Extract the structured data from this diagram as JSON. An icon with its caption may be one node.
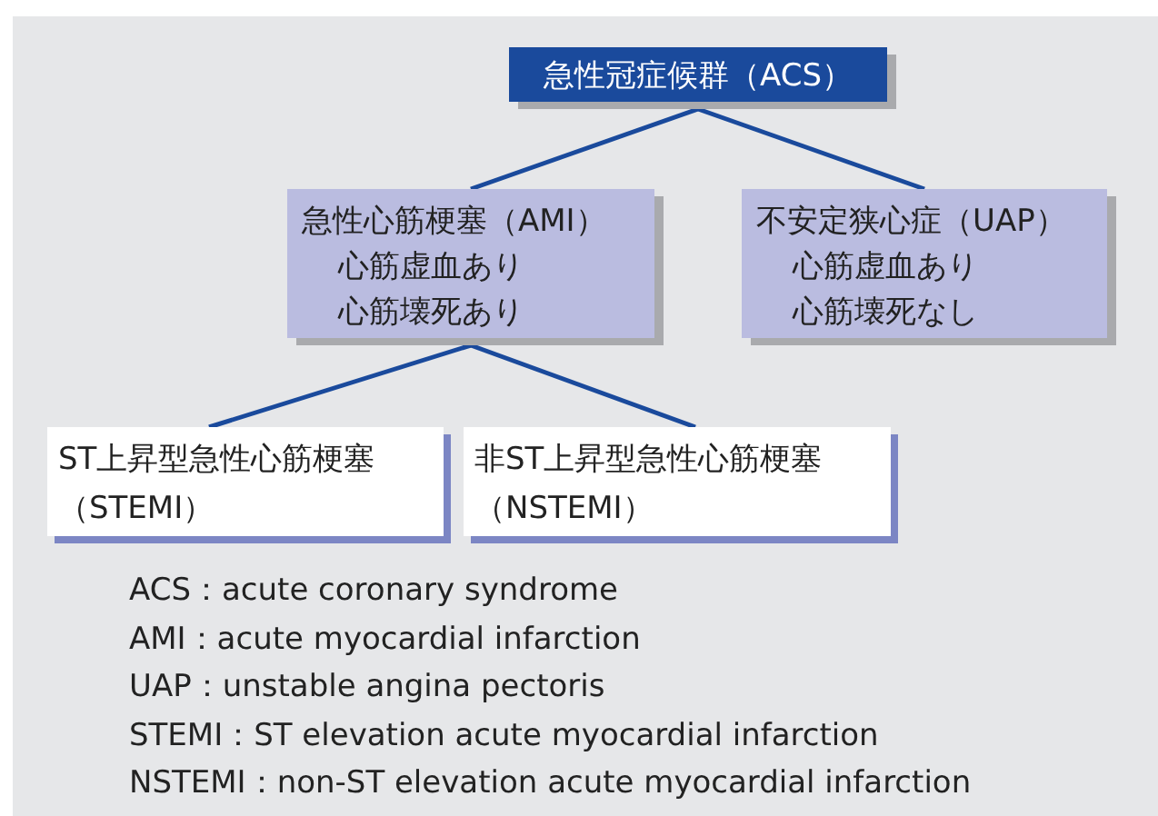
{
  "diagram": {
    "nodes": [
      {
        "text": [
          "急性冠症候群（ACS）"
        ]
      },
      {
        "text": [
          "急性心筋梗塞（AMI）",
          "心筋虚血あり",
          "心筋壊死あり"
        ]
      },
      {
        "text": [
          "不安定狭心症（UAP）",
          "心筋虚血あり",
          "心筋壊死なし"
        ]
      },
      {
        "text": [
          "ST上昇型急性心筋梗塞（STEMI）"
        ]
      },
      {
        "text": [
          "非ST上昇型急性心筋梗塞（NSTEMI）"
        ]
      }
    ],
    "edges": [
      {
        "from": 0,
        "to": 1,
        "arrow": "none"
      },
      {
        "from": 0,
        "to": 2,
        "arrow": "none"
      },
      {
        "from": 1,
        "to": 3,
        "arrow": "none"
      },
      {
        "from": 1,
        "to": 4,
        "arrow": "none"
      }
    ],
    "labels": [
      "ACS：acute coronary syndrome",
      "AMI：acute myocardial infarction",
      "UAP：unstable angina pectoris",
      "STEMI：ST elevation acute myocardial infarction",
      "NSTEMI：non-ST elevation acute myocardial infarction"
    ]
  }
}
